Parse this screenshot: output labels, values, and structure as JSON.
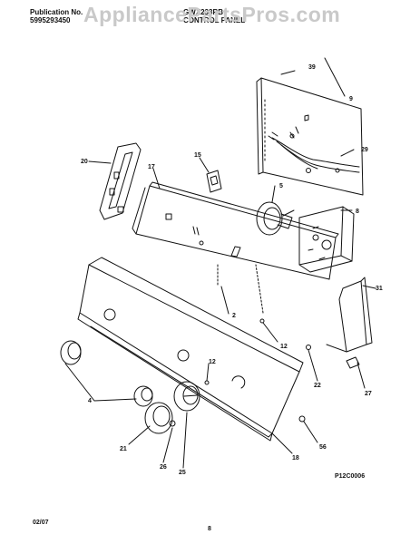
{
  "header": {
    "publication_label": "Publication No.",
    "publication_number": "5995293450",
    "model": "GWX233RB",
    "section": "CONTROL PANEL"
  },
  "watermark": "AppliancePartsPros.com",
  "callouts": {
    "c39": "39",
    "c9": "9",
    "c29": "29",
    "c20": "20",
    "c17": "17",
    "c15": "15",
    "c5": "5",
    "c8": "8",
    "c31": "31",
    "c2": "2",
    "c12a": "12",
    "c12b": "12",
    "c22": "22",
    "c4": "4",
    "c27": "27",
    "c21": "21",
    "c26": "26",
    "c25": "25",
    "c18": "18",
    "c56": "56"
  },
  "figure_code": "P12C0006",
  "footer": {
    "date": "02/07",
    "page": "8"
  }
}
